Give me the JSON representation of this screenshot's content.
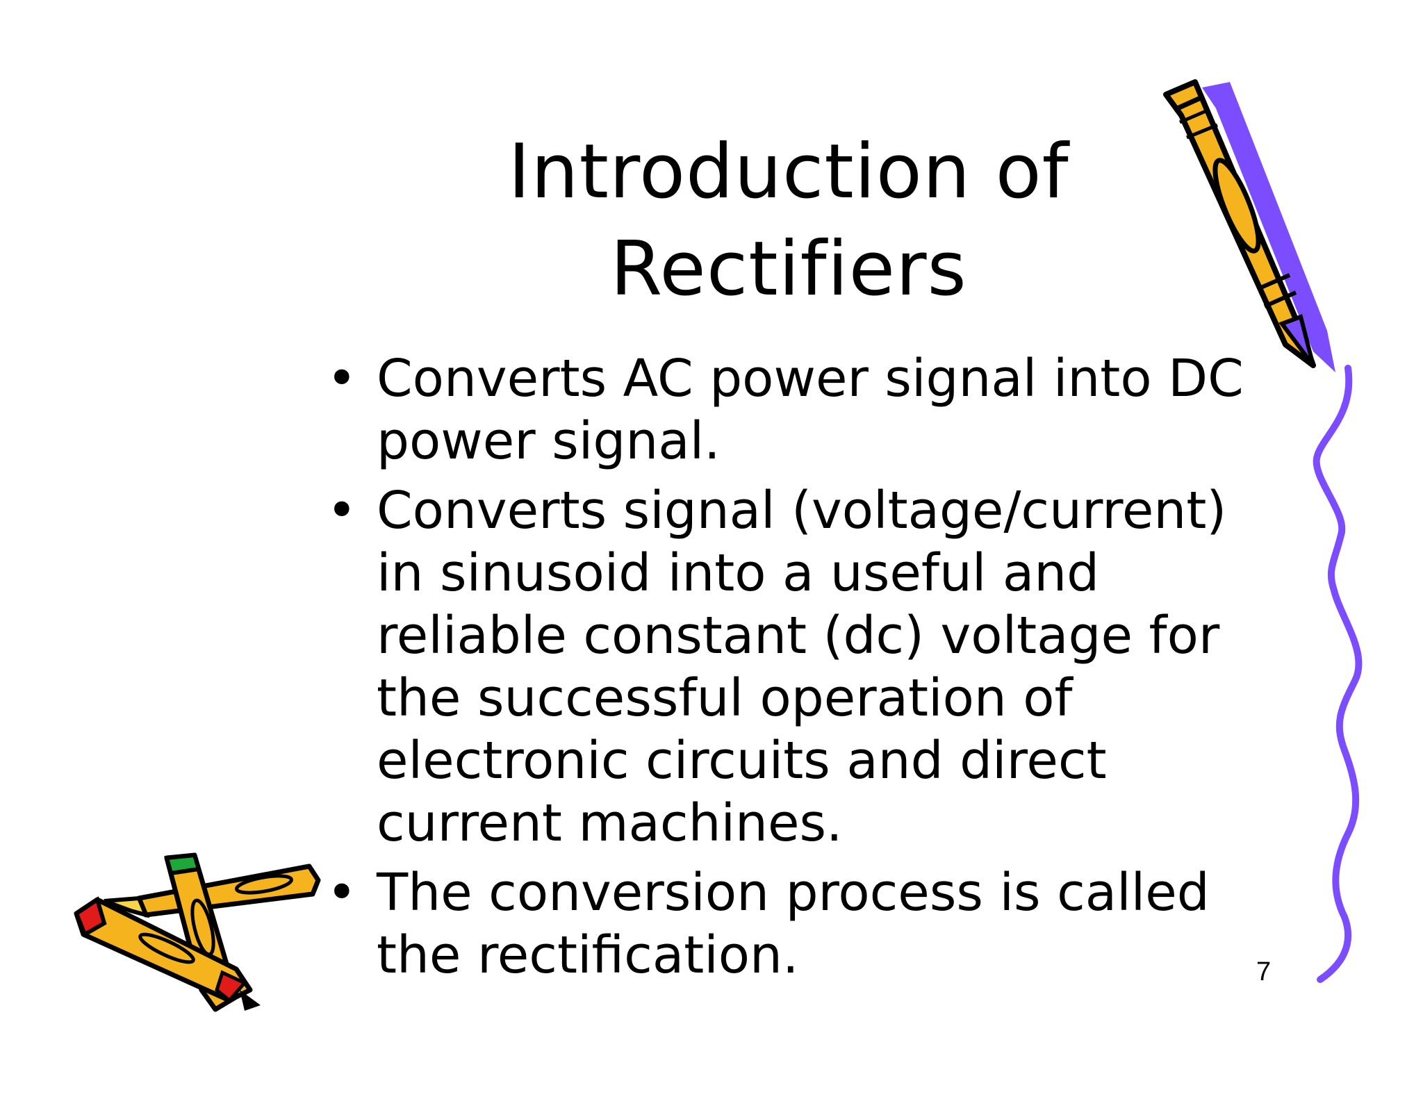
{
  "slide": {
    "title_lines": [
      "Introduction of",
      "Rectifiers"
    ],
    "bullets": [
      {
        "lines": [
          "Converts AC power signal into DC",
          "power signal."
        ]
      },
      {
        "lines": [
          "Converts signal (voltage/current)",
          "in sinusoid into a useful and",
          "reliable constant (dc) voltage for",
          "the successful operation of",
          "electronic circuits and direct",
          "current machines."
        ]
      },
      {
        "lines": [
          "The conversion process is called",
          "the rectification."
        ]
      }
    ],
    "bullet_symbol": "•",
    "page_number": "7"
  },
  "decorations": {
    "top_pencil_icon": "pencil-icon",
    "wavy_line_icon": "squiggle-line-icon",
    "crossed_pencils_icon": "crossed-pencils-icon"
  },
  "colors": {
    "pencil_body": "#f5b41e",
    "pencil_shadow": "#7b4dff",
    "squiggle": "#7b4dff",
    "pencil_eraser_red": "#e11a1a",
    "pencil_eraser_green": "#1fa83a",
    "outline": "#000000"
  }
}
